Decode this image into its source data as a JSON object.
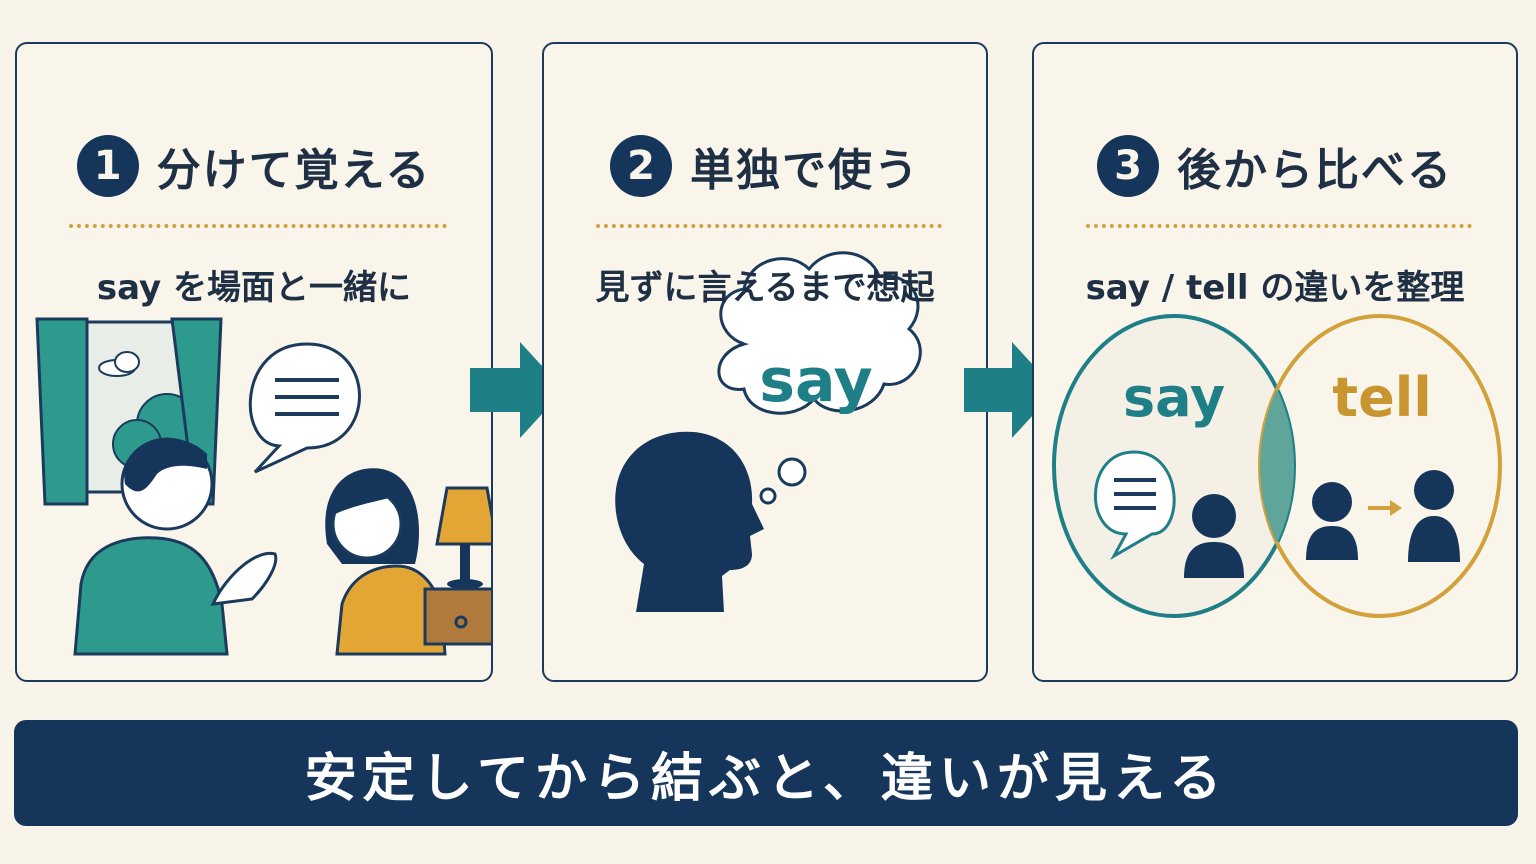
{
  "steps": [
    {
      "number": "1",
      "title": "分けて覚える",
      "subtitle": "say を場面と一緒に"
    },
    {
      "number": "2",
      "title": "単独で使う",
      "subtitle": "見ずに言えるまで想起",
      "thought_word": "say"
    },
    {
      "number": "3",
      "title": "後から比べる",
      "subtitle": "say / tell の違いを整理",
      "left_word": "say",
      "right_word": "tell"
    }
  ],
  "banner": "安定してから結ぶと、違いが見える",
  "colors": {
    "navy": "#15365a",
    "teal": "#1f7f86",
    "teal_light": "#2e9a8e",
    "gold": "#d2a13b",
    "background": "#f8f4ea"
  }
}
